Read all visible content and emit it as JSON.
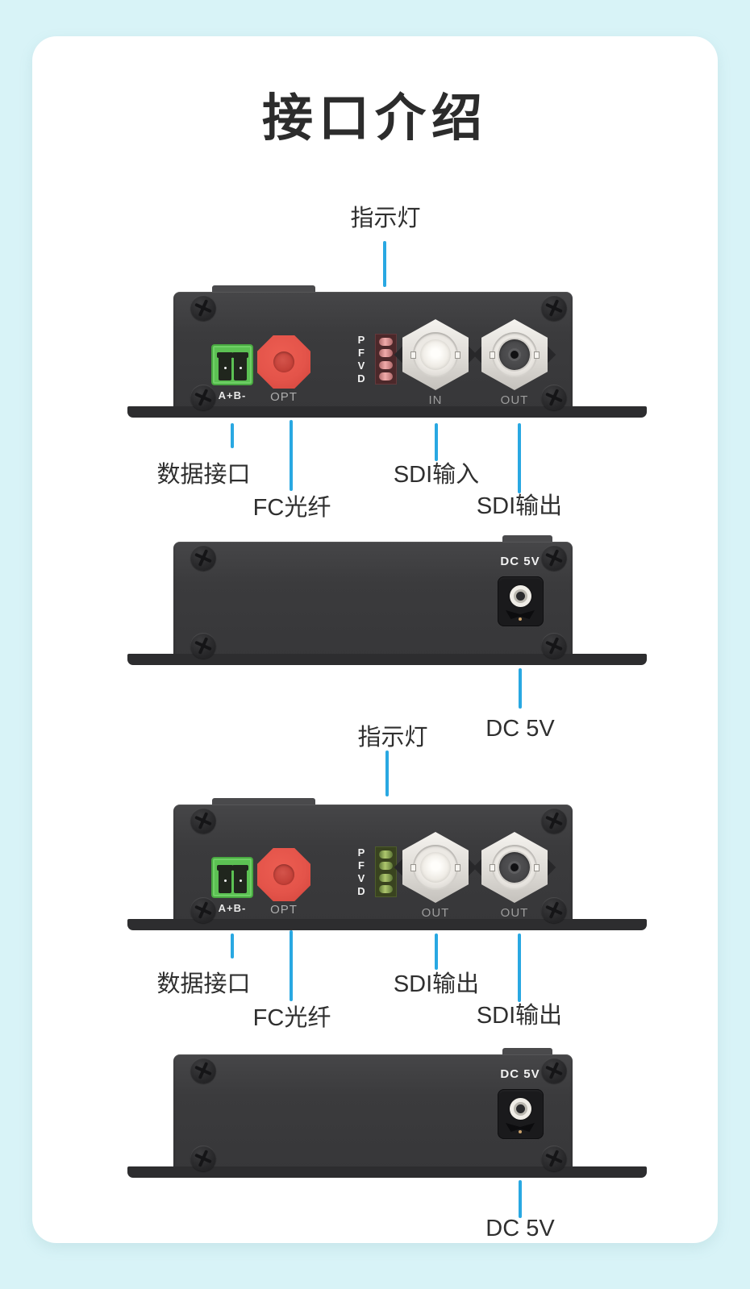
{
  "title": "接口介绍",
  "annotations": {
    "indicator": "指示灯",
    "data_port": "数据接口",
    "fc_fiber": "FC光纤",
    "sdi_in": "SDI输入",
    "sdi_out": "SDI输出",
    "dc_power": "DC 5V"
  },
  "panel_front_1": {
    "terminal": "A+B-",
    "opt": "OPT",
    "leds": [
      "P",
      "F",
      "V",
      "D"
    ],
    "bnc_left": "IN",
    "bnc_right": "OUT"
  },
  "panel_front_2": {
    "terminal": "A+B-",
    "opt": "OPT",
    "leds": [
      "P",
      "F",
      "V",
      "D"
    ],
    "bnc_left": "OUT",
    "bnc_right": "OUT"
  },
  "panel_rear": {
    "power": "DC 5V"
  },
  "colors": {
    "background": "#d8f3f7",
    "card": "#ffffff",
    "callout_blue": "#29a8e2",
    "panel_body": "#3b3b3d",
    "opt_red": "#e4554a",
    "terminal_green": "#5cc153",
    "led_red": "#f1abaa",
    "led_green": "#aec76e"
  }
}
